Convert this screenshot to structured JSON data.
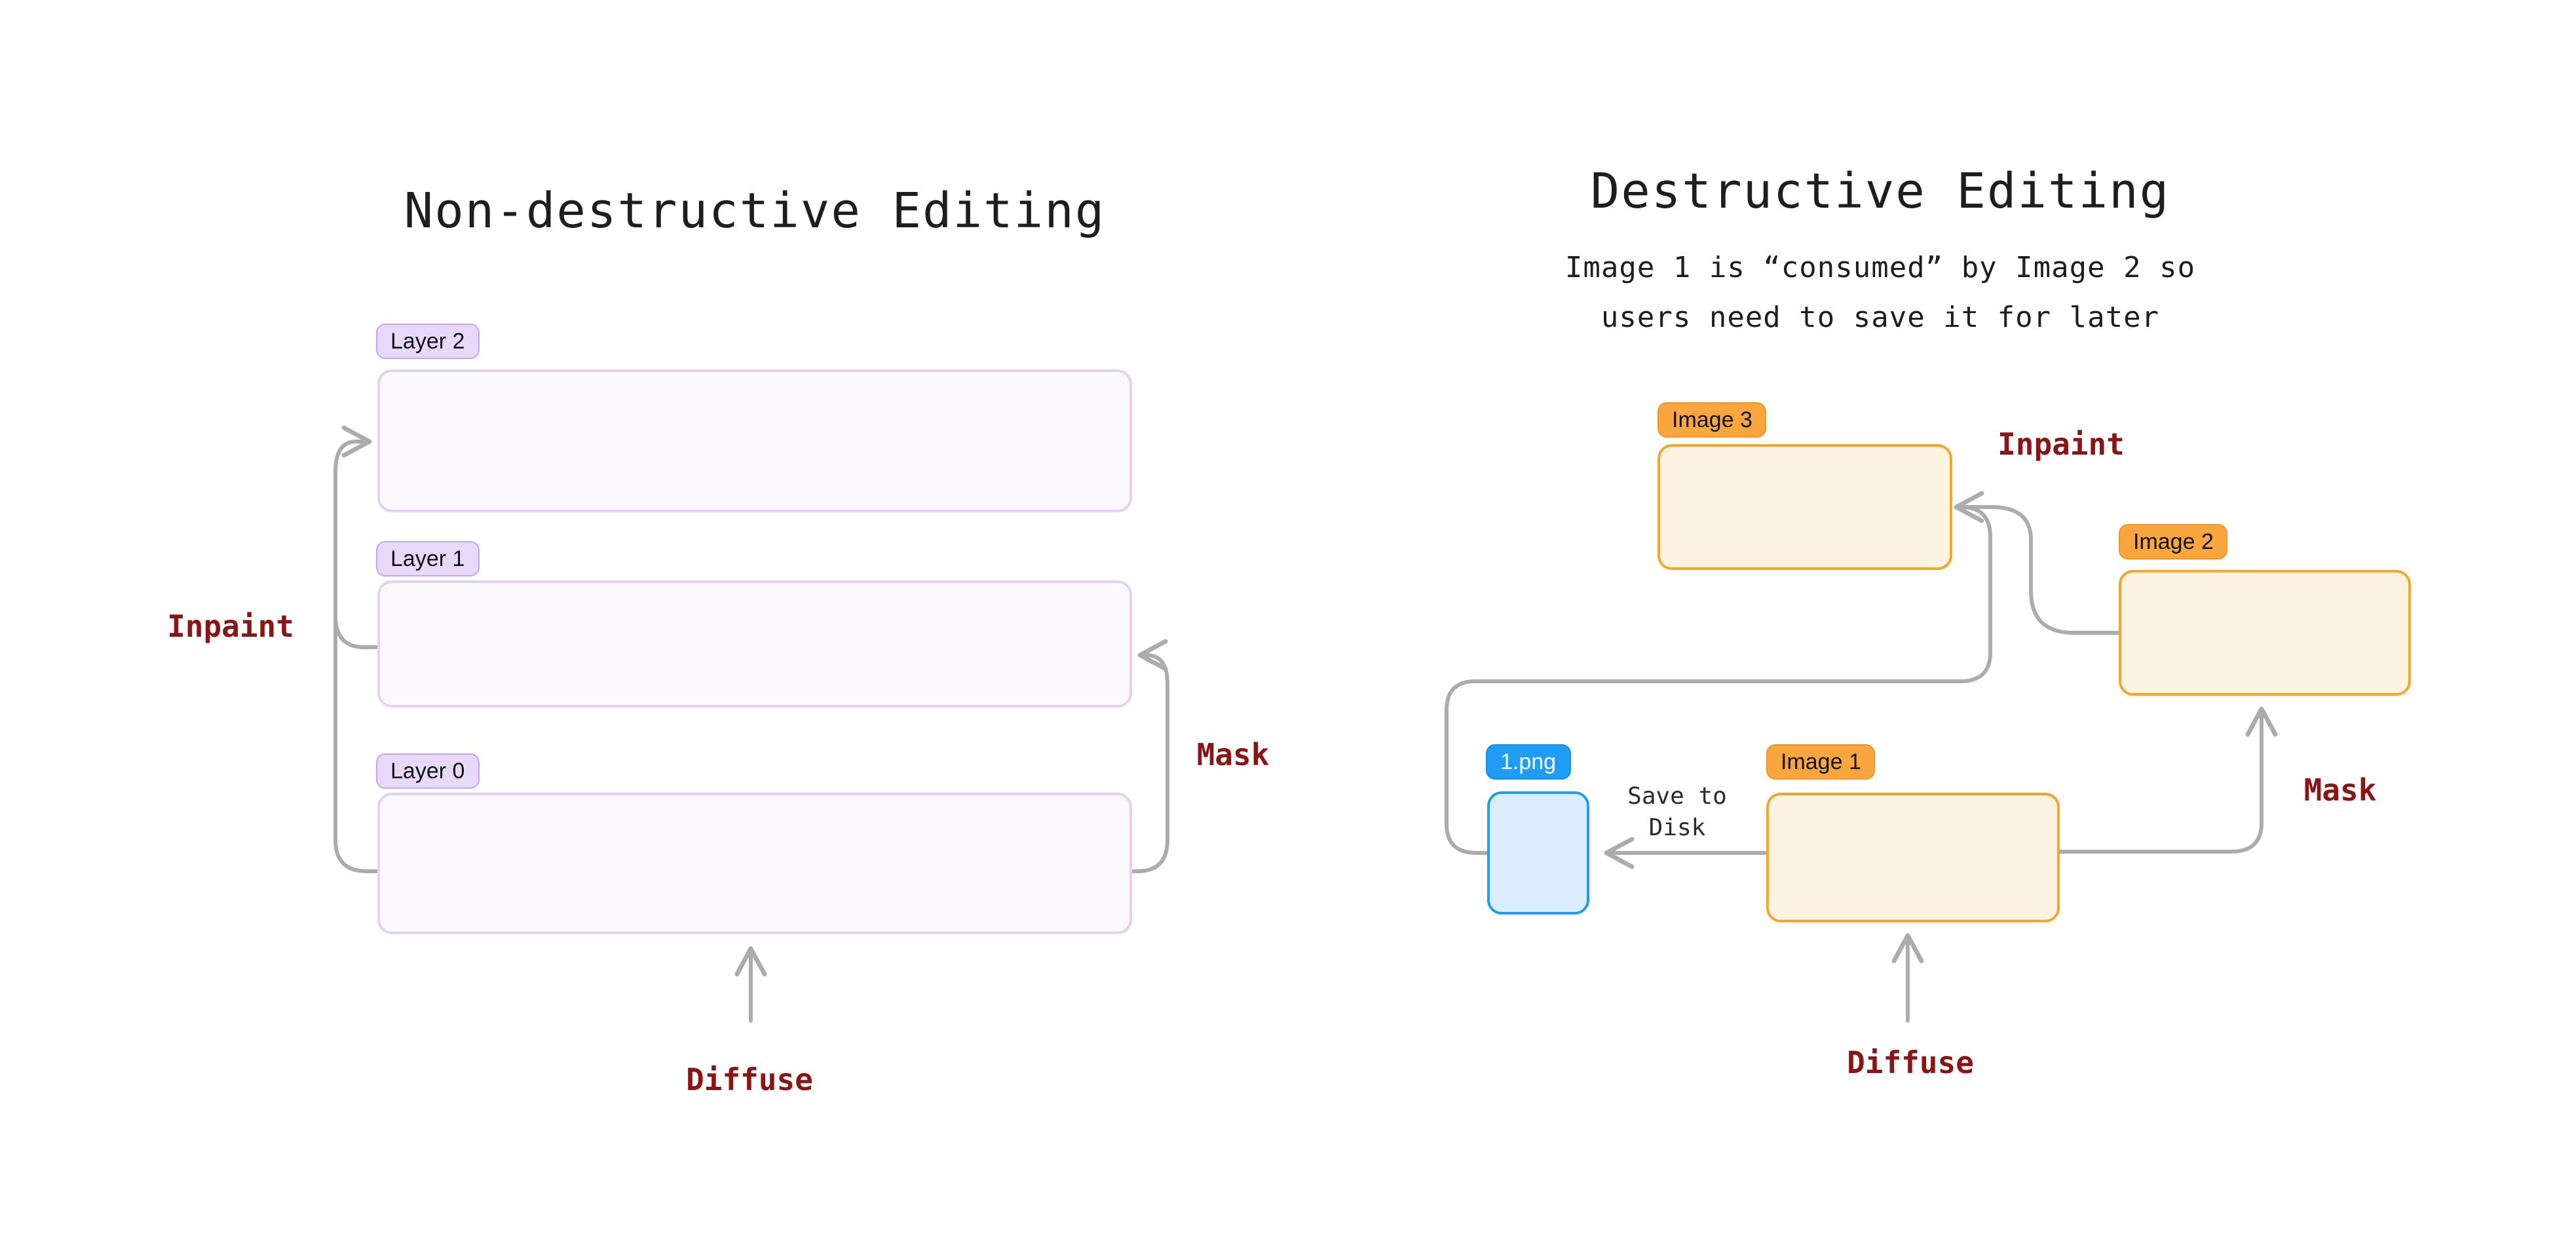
{
  "left_diagram": {
    "title": "Non-destructive Editing",
    "layers": [
      {
        "badge": "Layer 2"
      },
      {
        "badge": "Layer 1"
      },
      {
        "badge": "Layer 0"
      }
    ],
    "labels": {
      "inpaint": "Inpaint",
      "mask": "Mask",
      "diffuse": "Diffuse"
    }
  },
  "right_diagram": {
    "title": "Destructive Editing",
    "subtitle": {
      "line1": "Image 1 is “consumed” by Image 2 so",
      "line2": "users need to save it for later"
    },
    "nodes": [
      {
        "badge": "Image 3"
      },
      {
        "badge": "Image 2"
      },
      {
        "badge": "Image 1"
      },
      {
        "badge": "1.png"
      }
    ],
    "labels": {
      "inpaint": "Inpaint",
      "mask": "Mask",
      "diffuse": "Diffuse",
      "save_line1": "Save to",
      "save_line2": "Disk"
    }
  },
  "colors": {
    "accent_red": "#8B1414",
    "connector_gray": "#ACACAC",
    "title_text": "#1E1E1E",
    "purple_badge_bg": "#E8D8FA",
    "purple_badge_border": "#C6A5EF",
    "purple_box_bg": "#FBF8FE",
    "purple_box_border": "#E4D0F7",
    "orange_badge_bg": "#F9A63F",
    "orange_badge_border": "#EF9722",
    "orange_box_bg": "#FDF3E1",
    "orange_box_border": "#F6A42C",
    "blue_badge_bg": "#1F9CF3",
    "blue_box_bg": "#DBEDFB",
    "blue_box_border": "#1F9CF3"
  }
}
